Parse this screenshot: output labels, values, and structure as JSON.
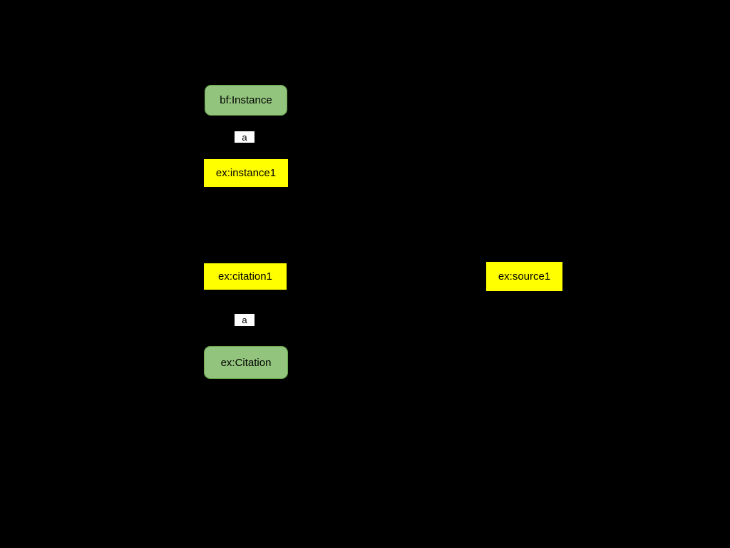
{
  "diagram": {
    "background_color": "#000000",
    "colors": {
      "class_node_fill": "#93c47d",
      "class_node_border": "#6aa84f",
      "instance_node_fill": "#ffff00",
      "edge_label_background": "#ffffff",
      "text": "#000000"
    },
    "nodes": {
      "bf_instance": {
        "label": "bf:Instance",
        "shape": "rounded-rect",
        "fill": "#93c47d"
      },
      "ex_instance1": {
        "label": "ex:instance1",
        "shape": "rect",
        "fill": "#ffff00"
      },
      "ex_citation1": {
        "label": "ex:citation1",
        "shape": "rect",
        "fill": "#ffff00"
      },
      "ex_source1": {
        "label": "ex:source1",
        "shape": "rect",
        "fill": "#ffff00"
      },
      "ex_citation_class": {
        "label": "ex:Citation",
        "shape": "rounded-rect",
        "fill": "#93c47d"
      }
    },
    "edge_labels": {
      "a_top": {
        "label": "a"
      },
      "a_bottom": {
        "label": "a"
      }
    }
  }
}
